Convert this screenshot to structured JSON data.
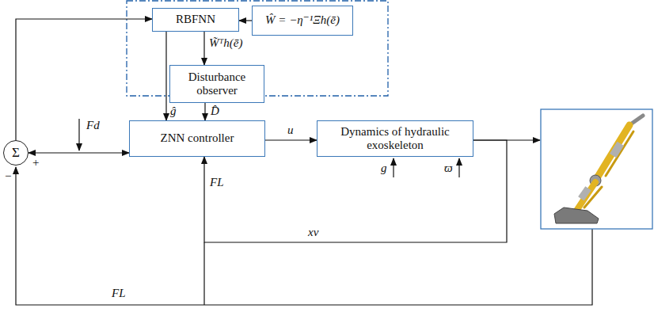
{
  "diagram": {
    "nodes": [
      {
        "text": [
          "RBFNN"
        ]
      },
      {
        "text": [
          "Ŵ = −η⁻¹Ξh(ē)"
        ]
      },
      {
        "text": [
          "Disturbance observer"
        ]
      },
      {
        "text": [
          "ZNN controller"
        ]
      },
      {
        "text": [
          "Dynamics of hydraulic exoskeleton"
        ]
      },
      {
        "text": [
          "Σ"
        ]
      }
    ],
    "edges": [
      {
        "from": 1,
        "to": 0,
        "arrow": "to"
      },
      {
        "from": 0,
        "to": 2,
        "label": "W̃ᵀh(ē)",
        "arrow": "to"
      },
      {
        "from": 0,
        "to": 3,
        "label": "ĝ",
        "arrow": "to"
      },
      {
        "from": 2,
        "to": 3,
        "label": "D̂",
        "arrow": "to"
      },
      {
        "from": 3,
        "to": 4,
        "label": "u",
        "arrow": "to"
      },
      {
        "from": 5,
        "to": 0,
        "arrow": "to"
      },
      {
        "from": 5,
        "to": 3,
        "arrow": "both"
      },
      {
        "from": 4,
        "to": 3,
        "label": "xv",
        "arrow": "to"
      }
    ],
    "labels": [
      "Fd",
      "+",
      "−",
      "FL",
      "FL",
      "g",
      "ϖ"
    ]
  }
}
